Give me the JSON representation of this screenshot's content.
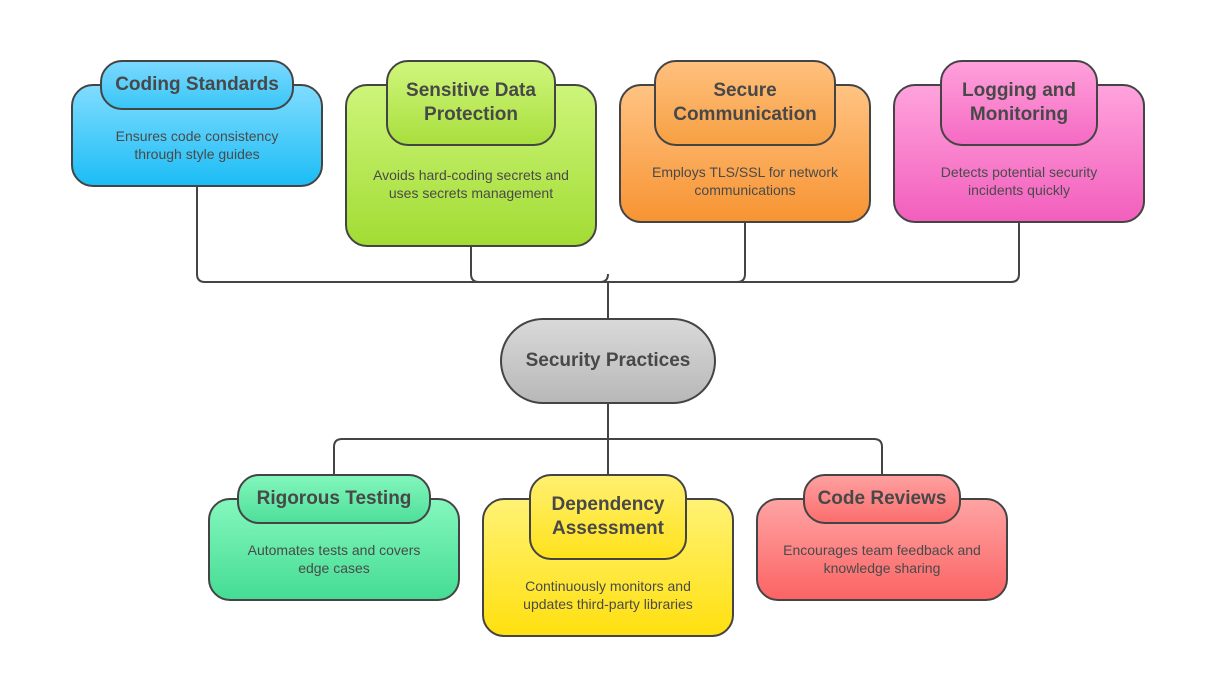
{
  "center": {
    "label": "Security Practices",
    "color": "#c8c8c8"
  },
  "top_nodes": [
    {
      "title": "Coding Standards",
      "description": "Ensures code consistency through style guides",
      "color": "#33c3f5"
    },
    {
      "title": "Sensitive Data Protection",
      "description": "Avoids hard-coding secrets and uses secrets management",
      "color": "#a6de3c"
    },
    {
      "title": "Secure Communication",
      "description": "Employs TLS/SSL for network communications",
      "color": "#f7a040"
    },
    {
      "title": "Logging and Monitoring",
      "description": "Detects potential security incidents quickly",
      "color": "#f56cc4"
    }
  ],
  "bottom_nodes": [
    {
      "title": "Rigorous Testing",
      "description": "Automates tests and covers edge cases",
      "color": "#4de09c"
    },
    {
      "title": "Dependency Assessment",
      "description": "Continuously monitors and updates third-party libraries",
      "color": "#ffe31a"
    },
    {
      "title": "Code Reviews",
      "description": "Encourages team feedback and knowledge sharing",
      "color": "#fd6a6a"
    }
  ]
}
